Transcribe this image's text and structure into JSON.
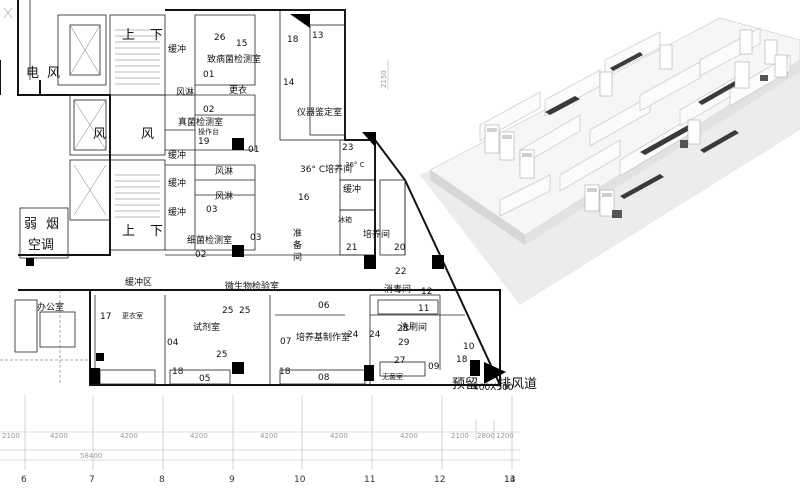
{
  "rooms": {
    "bacteria_lab": "致病菌检测室",
    "fungi_lab": "真菌检测室",
    "fungi_note": "操作台",
    "bact_lab": "细菌检测室",
    "instrument_room": "仪器鉴定室",
    "culture_36": "36° C培养间",
    "small_36": "36° C",
    "prep": "准\n备\n间",
    "prep_top": "准",
    "prep_mid": "备",
    "prep_bot": "间",
    "micro_lab": "微生物检验室",
    "office": "办公室",
    "changing": "更衣室",
    "changing_top": "更衣",
    "test_room": "试剂室",
    "media_room": "培养基制作室",
    "wash": "洗刷间",
    "disinfect": "消毒间",
    "culture_room": "培养间",
    "buffer_zone": "缓冲区",
    "buffer": "缓冲",
    "air_shower": "风淋",
    "electric": "电",
    "wind": "风",
    "wind2": "风",
    "wind3": "风",
    "weak": "弱",
    "smoke": "烟",
    "aircon": "空调",
    "up": "上",
    "down": "下",
    "reserve": "预留",
    "exhaust": "排风道",
    "duct": "400X500",
    "shower_small": "冰箱",
    "sterile": "无菌室"
  },
  "equipment_numbers": [
    "26",
    "15",
    "01",
    "02",
    "19",
    "01",
    "03",
    "02",
    "03",
    "13",
    "14",
    "18",
    "23",
    "16",
    "21",
    "20",
    "22",
    "12",
    "11",
    "10",
    "06",
    "25",
    "25",
    "25",
    "17",
    "04",
    "07",
    "08",
    "24",
    "24",
    "28",
    "29",
    "27",
    "09",
    "05",
    "18",
    "18",
    "18"
  ],
  "axis_labels": [
    "6",
    "7",
    "8",
    "9",
    "10",
    "11",
    "12",
    "13",
    "14"
  ],
  "dimensions": {
    "d1": "2100",
    "d2": "4200",
    "d3": "4200",
    "d4": "4200",
    "d5": "4200",
    "d6": "4200",
    "d7": "4200",
    "d8": "2100",
    "d9": "2800",
    "d10": "1200",
    "total": "58400",
    "right": "2150"
  },
  "colors": {
    "wall": "#111111",
    "column": "#000000",
    "grid": "#bbbbbb",
    "render_bg": "#f3f3f3"
  }
}
